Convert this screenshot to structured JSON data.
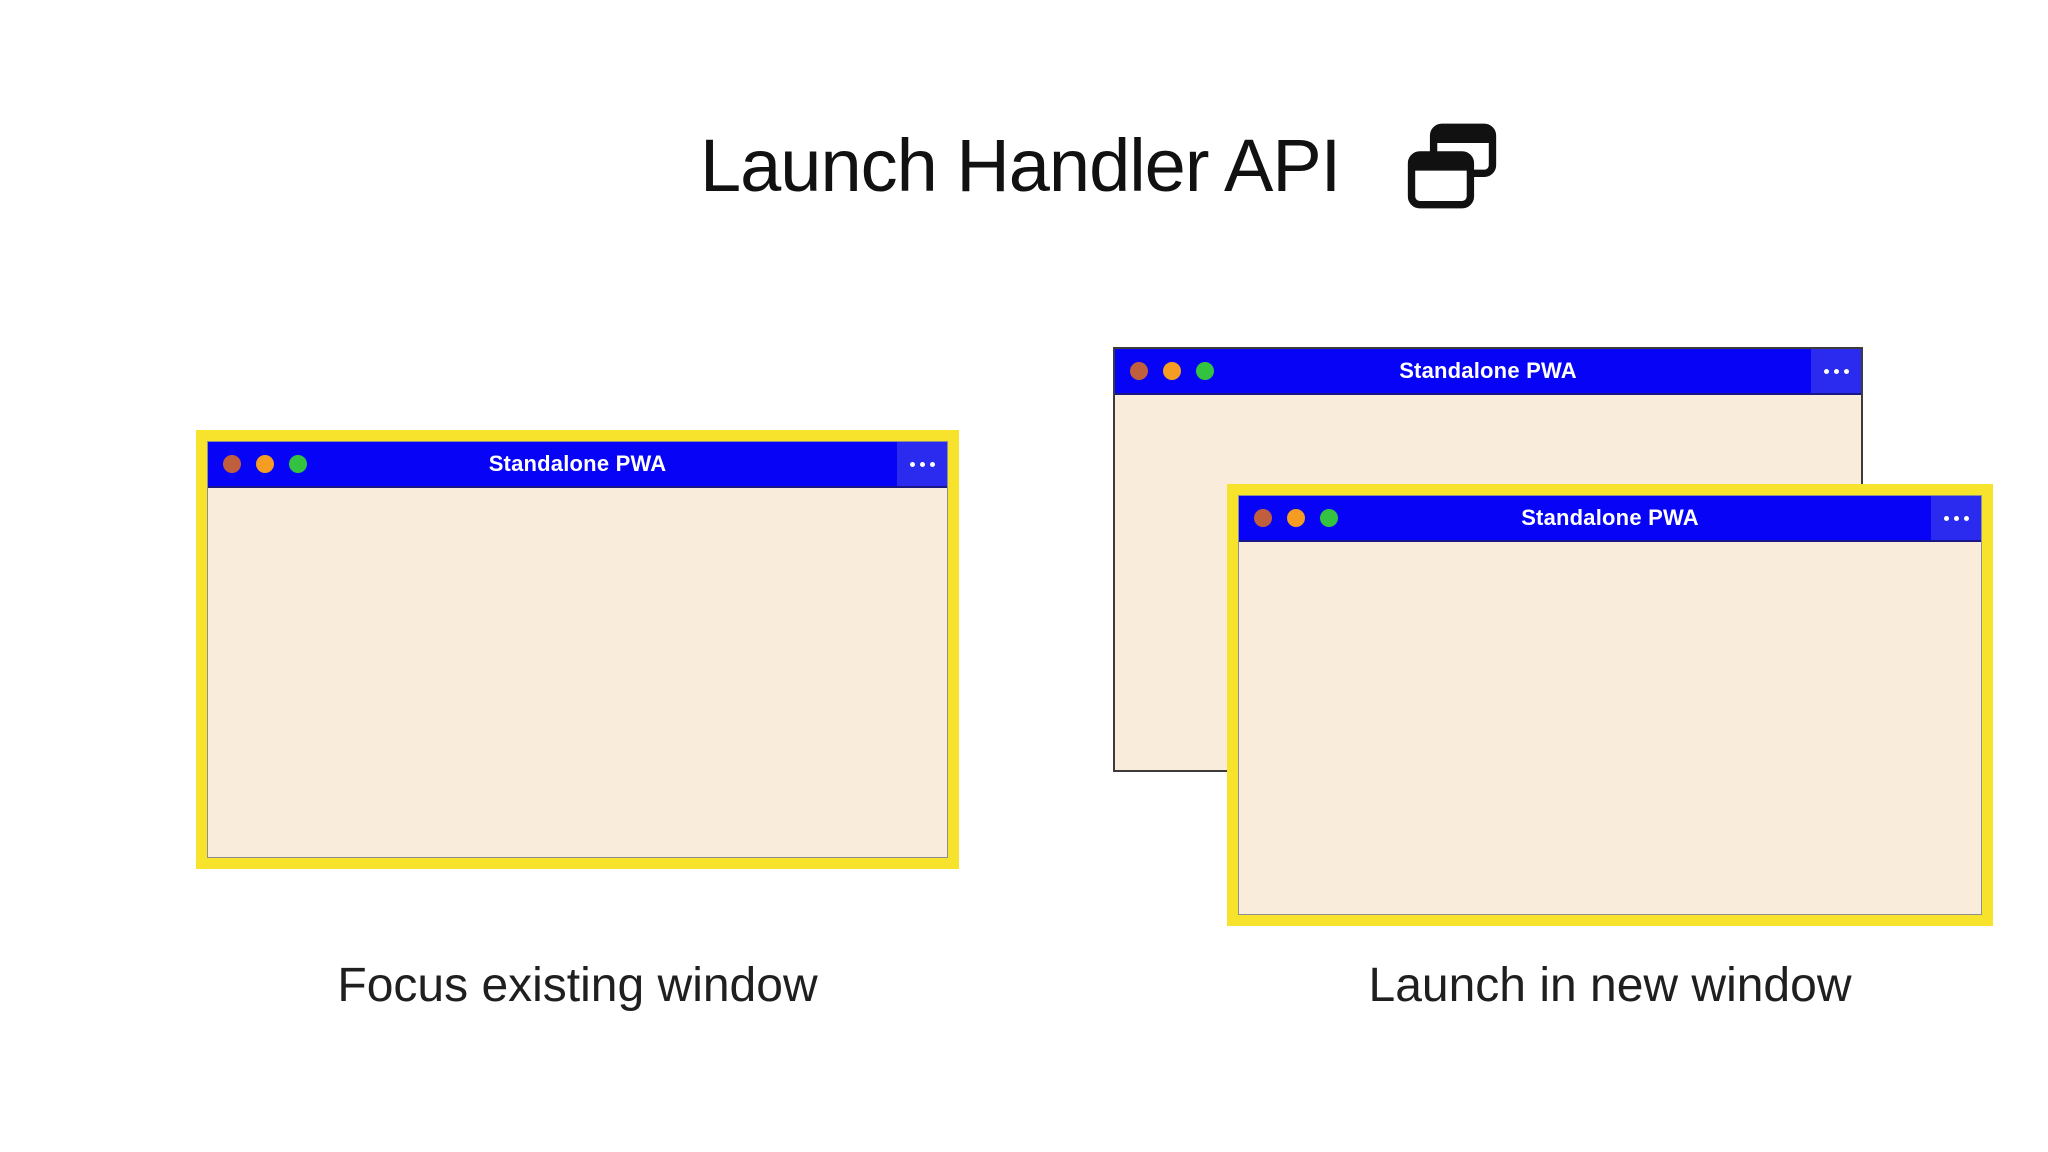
{
  "header": {
    "title": "Launch Handler API",
    "icon": "overlapping-windows-icon"
  },
  "windows": [
    {
      "name": "focused-existing-pwa-window",
      "title": "Standalone PWA",
      "menu_icon": "ellipsis-menu-icon",
      "highlighted": true
    },
    {
      "name": "background-pwa-window",
      "title": "Standalone PWA",
      "menu_icon": "ellipsis-menu-icon",
      "highlighted": false
    },
    {
      "name": "new-pwa-window",
      "title": "Standalone PWA",
      "menu_icon": "ellipsis-menu-icon",
      "highlighted": true
    }
  ],
  "captions": {
    "left": "Focus existing window",
    "right": "Launch in new window"
  },
  "colors": {
    "titlebar_blue": "#0703f6",
    "menu_box_blue": "#2b2bef",
    "window_body": "#f9ecda",
    "highlight_yellow": "#f7e22c",
    "back_window_border": "#3c3c3c",
    "dot_red": "#c05f3e",
    "dot_orange": "#f59c22",
    "dot_green": "#34c341",
    "window_title_text": "#ffffff",
    "heading_text": "#111111",
    "caption_text": "#1f1f1f"
  }
}
